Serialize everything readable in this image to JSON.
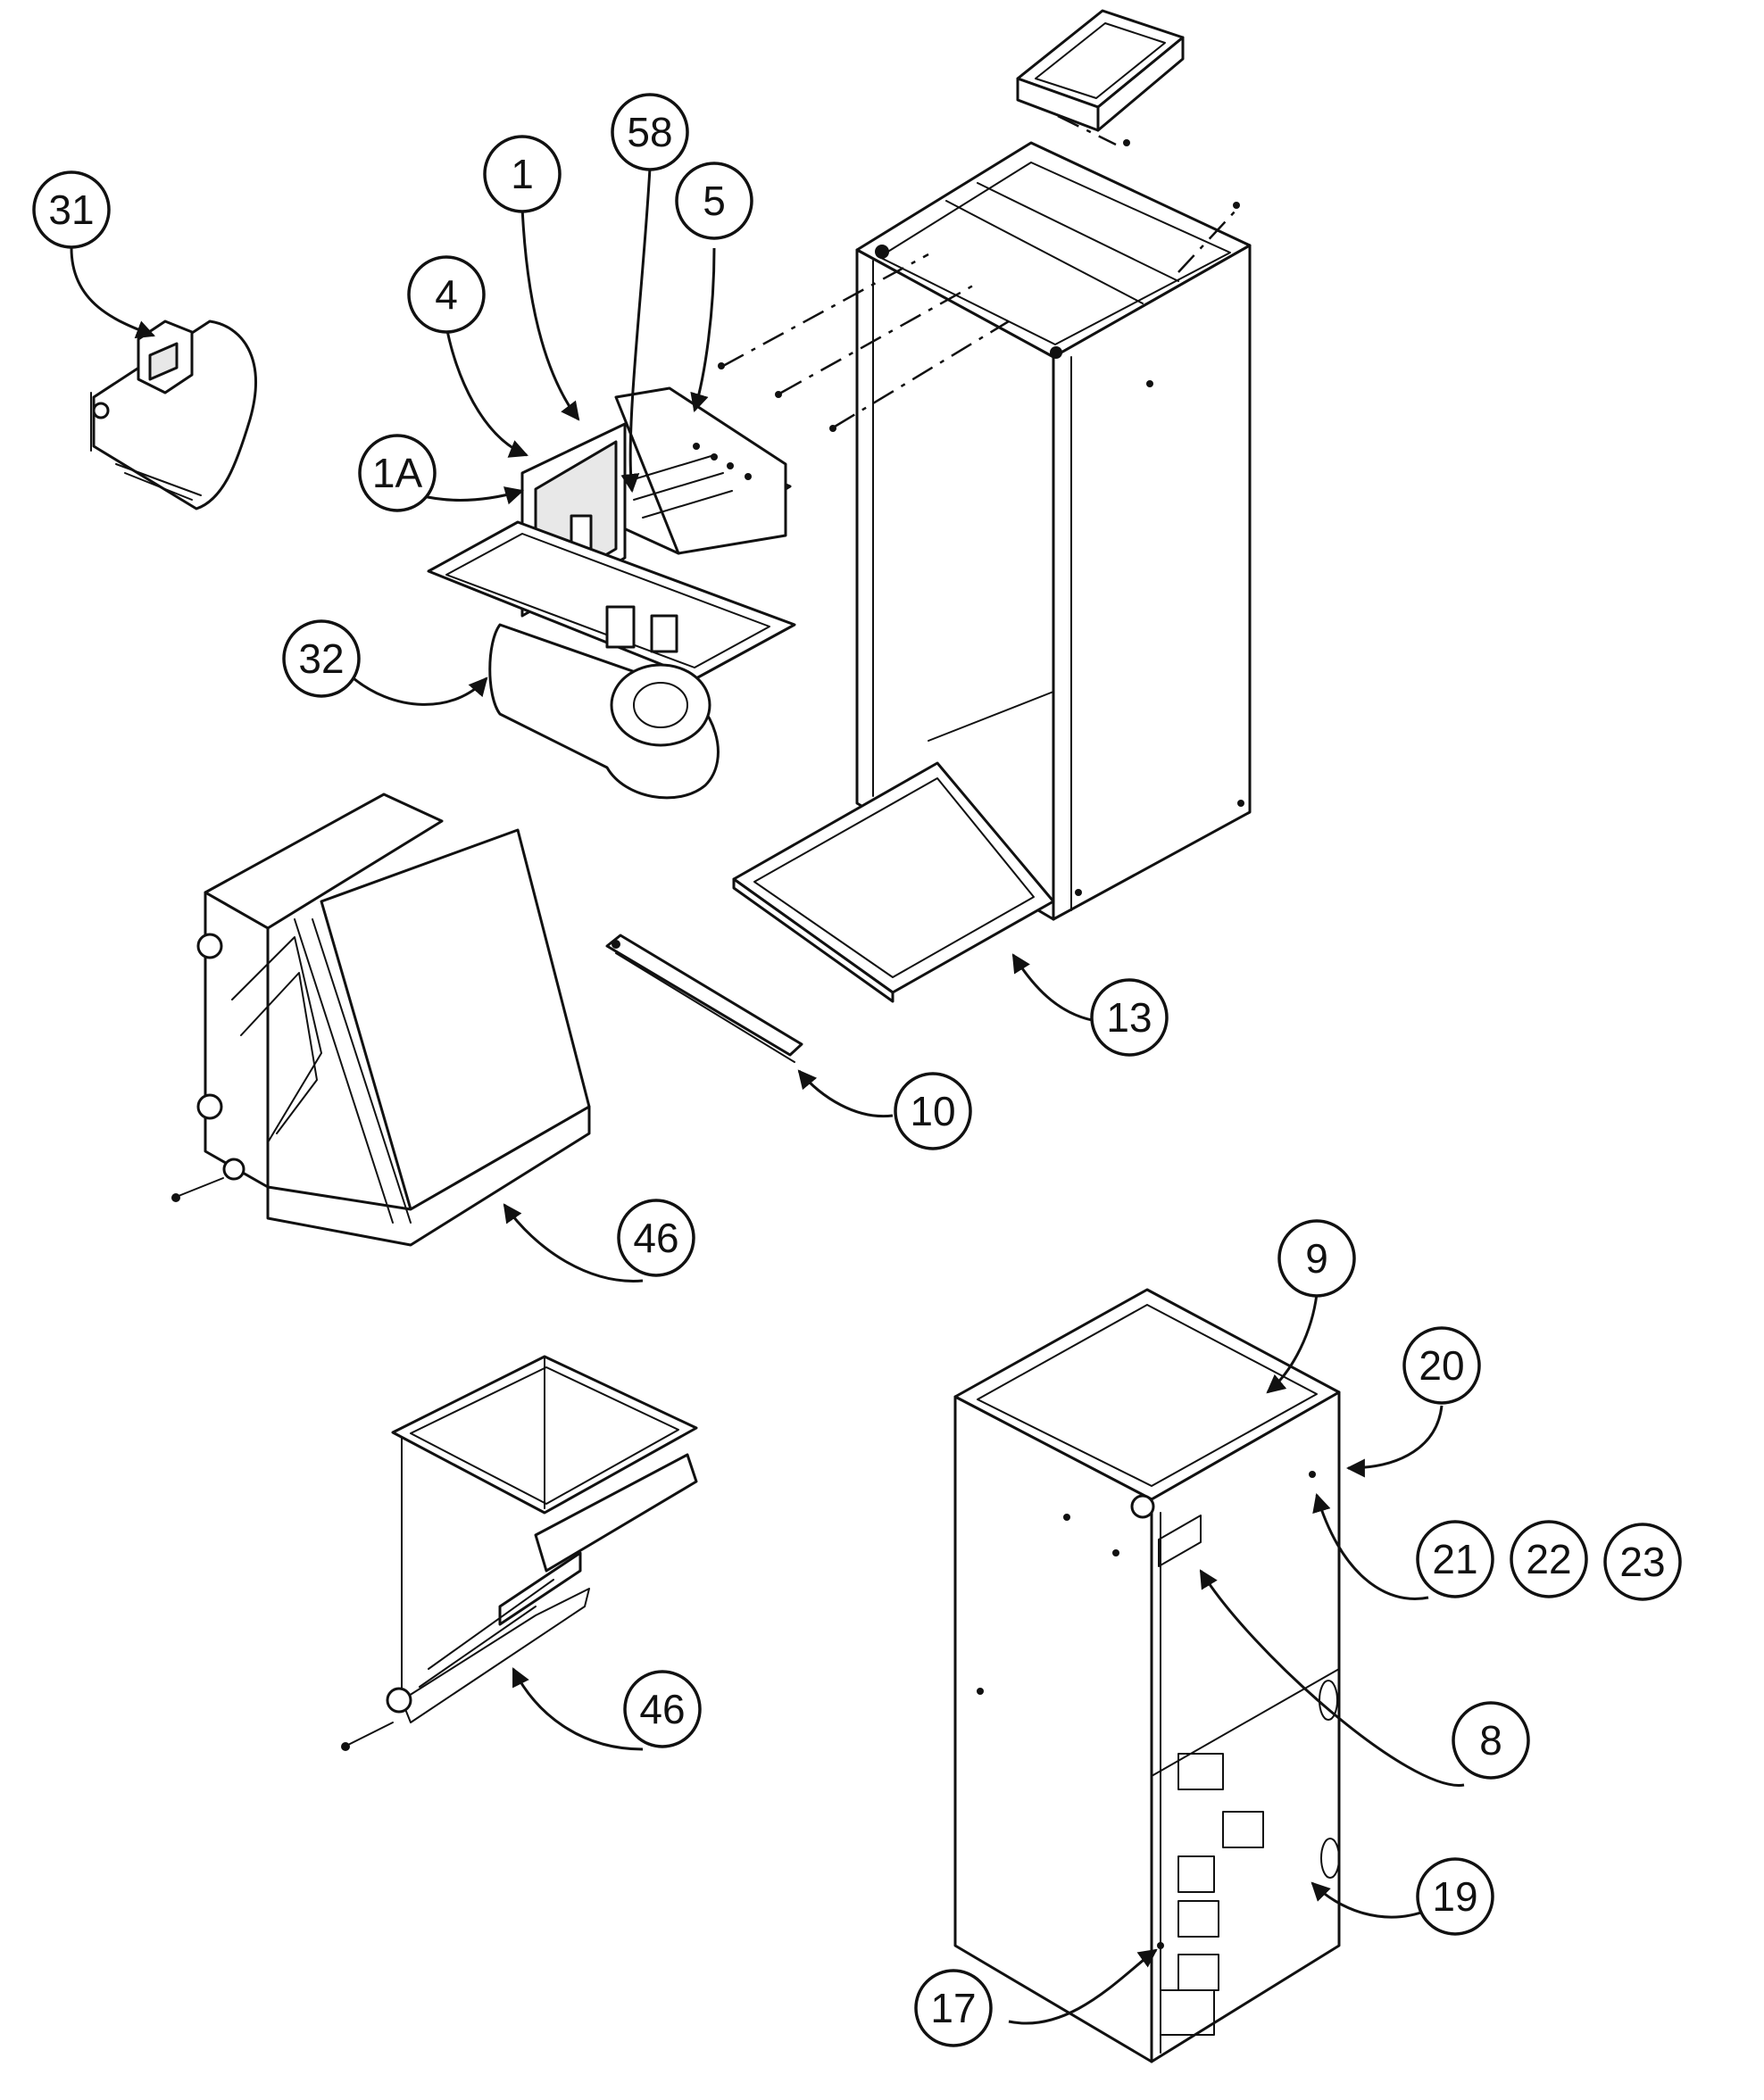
{
  "callouts": [
    {
      "id": "c31",
      "label": "31"
    },
    {
      "id": "c1",
      "label": "1"
    },
    {
      "id": "c58",
      "label": "58"
    },
    {
      "id": "c5",
      "label": "5"
    },
    {
      "id": "c4",
      "label": "4"
    },
    {
      "id": "c1a",
      "label": "1A"
    },
    {
      "id": "c32",
      "label": "32"
    },
    {
      "id": "c13",
      "label": "13"
    },
    {
      "id": "c10",
      "label": "10"
    },
    {
      "id": "c46a",
      "label": "46"
    },
    {
      "id": "c9",
      "label": "9"
    },
    {
      "id": "c20",
      "label": "20"
    },
    {
      "id": "c21",
      "label": "21"
    },
    {
      "id": "c22",
      "label": "22"
    },
    {
      "id": "c23",
      "label": "23"
    },
    {
      "id": "c8",
      "label": "8"
    },
    {
      "id": "c46b",
      "label": "46"
    },
    {
      "id": "c19",
      "label": "19"
    },
    {
      "id": "c17",
      "label": "17"
    }
  ]
}
